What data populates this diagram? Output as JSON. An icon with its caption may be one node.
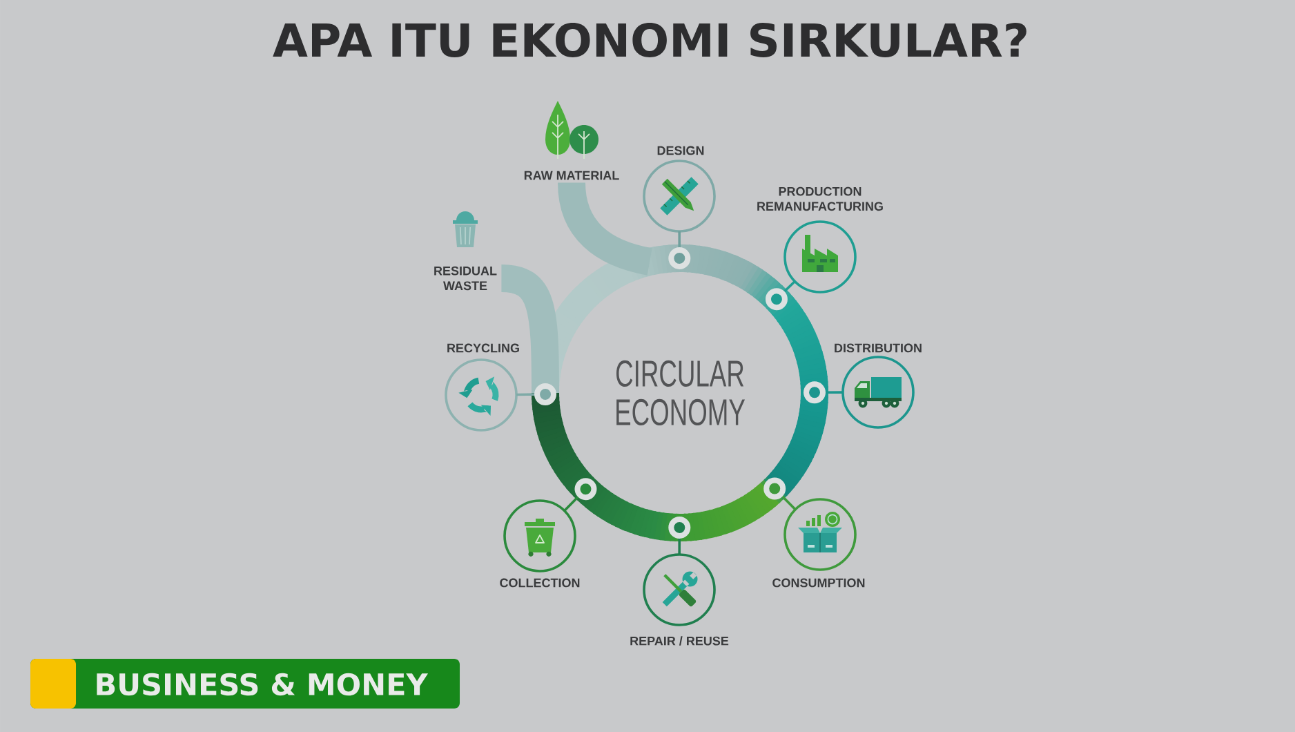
{
  "diagram": {
    "title": "APA ITU EKONOMI SIRKULAR?",
    "nodes": [
      {
        "text": [
          "CIRCULAR ECONOMY"
        ]
      },
      {
        "text": [
          "DESIGN"
        ]
      },
      {
        "text": [
          "PRODUCTION REMANUFACTURING"
        ]
      },
      {
        "text": [
          "DISTRIBUTION"
        ]
      },
      {
        "text": [
          "CONSUMPTION"
        ]
      },
      {
        "text": [
          "REPAIR / REUSE"
        ]
      },
      {
        "text": [
          "COLLECTION"
        ]
      },
      {
        "text": [
          "RECYCLING"
        ]
      },
      {
        "text": [
          "RESIDUAL WASTE"
        ]
      },
      {
        "text": [
          "RAW MATERIAL"
        ]
      },
      {
        "text": [
          "BUSINESS & MONEY"
        ]
      }
    ],
    "edges": [
      {
        "from": 1,
        "to": 0,
        "arrow": "other",
        "color": "#6f9f9c"
      },
      {
        "from": 2,
        "to": 0,
        "arrow": "other",
        "color": "#1f9e92"
      },
      {
        "from": 3,
        "to": 0,
        "arrow": "other",
        "color": "#1c968e"
      },
      {
        "from": 4,
        "to": 0,
        "arrow": "other",
        "color": "#3f9a3c"
      },
      {
        "from": 5,
        "to": 0,
        "arrow": "other",
        "color": "#207f4f"
      },
      {
        "from": 6,
        "to": 0,
        "arrow": "other",
        "color": "#2b8a3d"
      },
      {
        "from": 7,
        "to": 0,
        "arrow": "other",
        "color": "#7faaa7"
      },
      {
        "from": 0,
        "to": 8,
        "arrow": "none",
        "style": "thick",
        "color": "#a1bebd"
      },
      {
        "from": 9,
        "to": 0,
        "arrow": "none",
        "style": "thick",
        "color": "#9dbbba"
      }
    ]
  }
}
